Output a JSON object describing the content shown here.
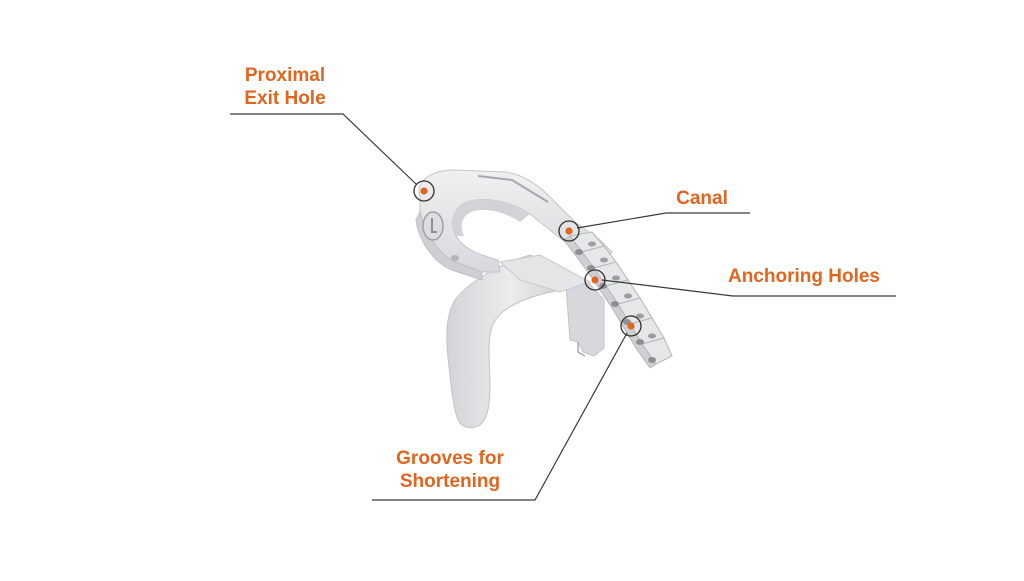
{
  "colors": {
    "label": "#e0651f",
    "marker": "#e0651f",
    "leader": "#3a3a3a",
    "device_fill": "#e7e7e9",
    "device_shade": "#cfd0d3",
    "device_dark": "#b9babd"
  },
  "labels": {
    "proximal_exit_hole": [
      "Proximal",
      "Exit Hole"
    ],
    "canal": [
      "Canal"
    ],
    "anchoring_holes": [
      "Anchoring Holes"
    ],
    "grooves_for_shortening": [
      "Grooves for",
      "Shortening"
    ]
  }
}
